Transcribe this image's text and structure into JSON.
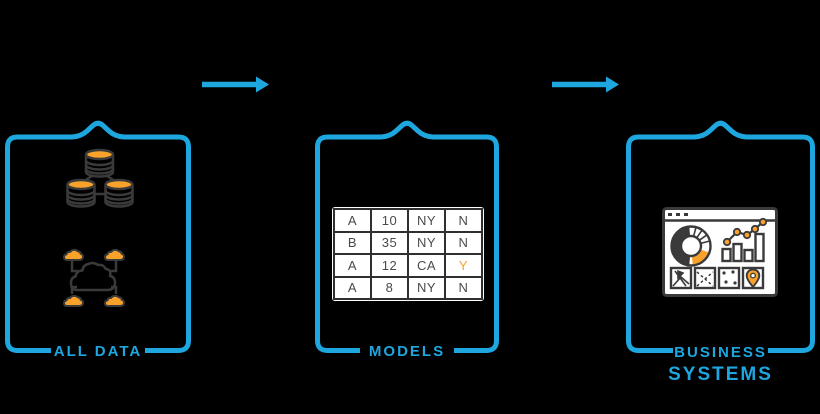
{
  "diagram": {
    "stages": [
      {
        "id": "all-data",
        "label": "ALL DATA",
        "icons": [
          "databases-icon",
          "cloud-network-icon"
        ]
      },
      {
        "id": "models",
        "label": "MODELS",
        "icons": [
          "data-table"
        ]
      },
      {
        "id": "business-systems",
        "label": "BUSINESS",
        "label2": "SYSTEMS",
        "icons": [
          "dashboard-icon"
        ]
      }
    ],
    "arrow_count": 2
  },
  "models_table": {
    "rows": [
      [
        "A",
        "10",
        "NY",
        "N"
      ],
      [
        "B",
        "35",
        "NY",
        "N"
      ],
      [
        "A",
        "12",
        "CA",
        "Y"
      ],
      [
        "A",
        "8",
        "NY",
        "N"
      ]
    ],
    "highlighted_cell": {
      "row_index": 2,
      "col_index": 3,
      "value": "Y"
    }
  },
  "colors": {
    "background": "#000000",
    "accent_blue": "#1EA7DF",
    "accent_orange": "#F9A22B",
    "icon_outline": "#3A3A3A",
    "table_grid": "#2F2F2F",
    "table_text": "#4A4A4A",
    "panel_white": "#FFFFFF"
  }
}
